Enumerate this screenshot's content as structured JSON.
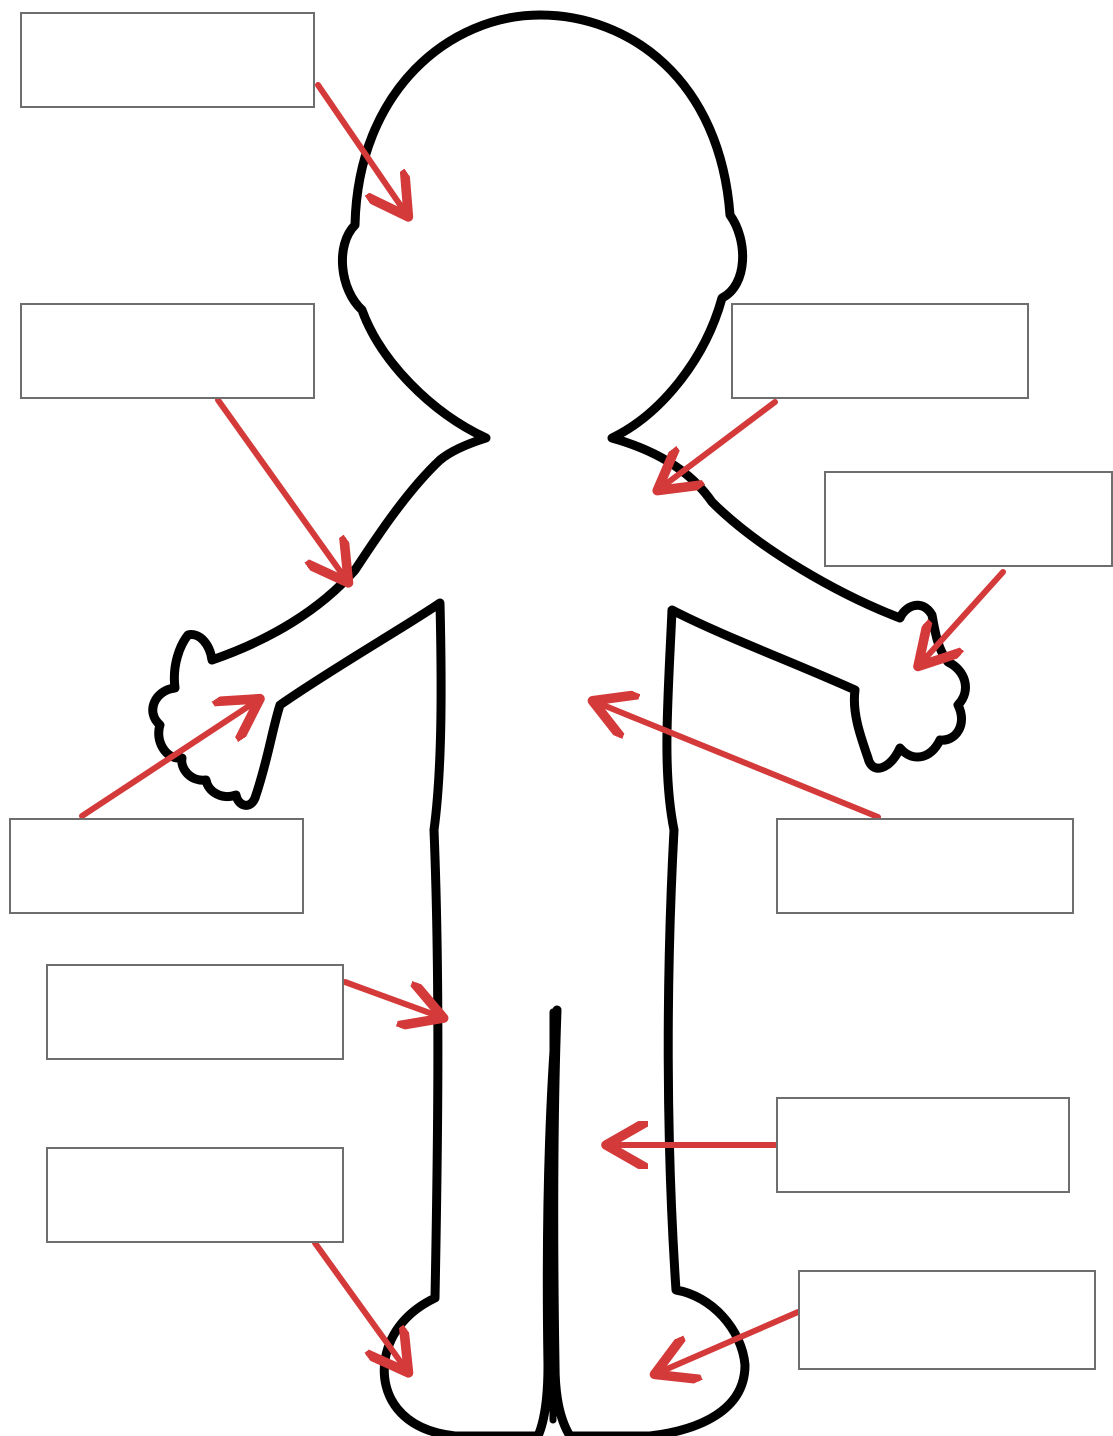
{
  "worksheet": {
    "figure": "child-body-outline",
    "outline_color": "#000000",
    "arrow_color": "#d43a3a",
    "box_border_color": "#6e6e6e",
    "label_boxes": [
      {
        "id": "head",
        "text": ""
      },
      {
        "id": "arm",
        "text": ""
      },
      {
        "id": "hand-left",
        "text": ""
      },
      {
        "id": "hip",
        "text": ""
      },
      {
        "id": "foot-left",
        "text": ""
      },
      {
        "id": "shoulder",
        "text": ""
      },
      {
        "id": "hand-right",
        "text": ""
      },
      {
        "id": "tummy",
        "text": ""
      },
      {
        "id": "leg",
        "text": ""
      },
      {
        "id": "foot-right",
        "text": ""
      }
    ]
  }
}
